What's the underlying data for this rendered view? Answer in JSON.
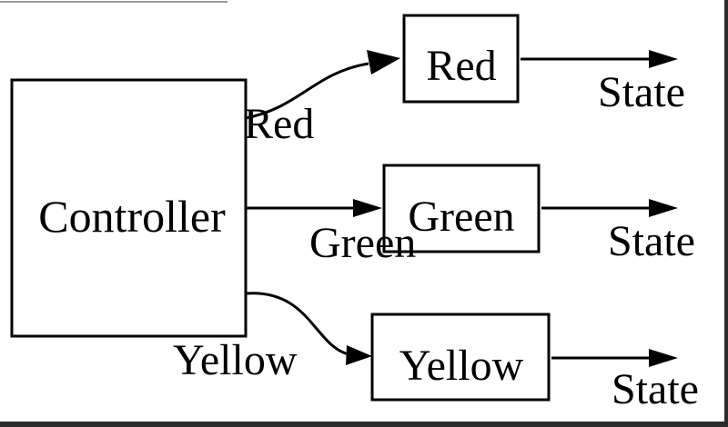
{
  "diagram": {
    "controller": {
      "label": "Controller"
    },
    "lights": [
      {
        "id": "red",
        "box_label": "Red",
        "edge_label": "Red",
        "output_label": "State"
      },
      {
        "id": "green",
        "box_label": "Green",
        "edge_label": "Green",
        "output_label": "State"
      },
      {
        "id": "yellow",
        "box_label": "Yellow",
        "edge_label": "Yellow",
        "output_label": "State"
      }
    ]
  },
  "colors": {
    "stroke": "#000000",
    "background": "#ffffff",
    "border": "#2b2b2b"
  }
}
